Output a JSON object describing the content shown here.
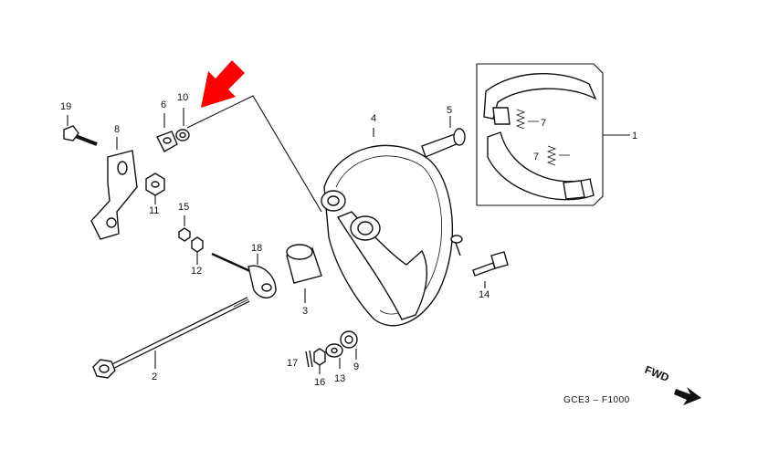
{
  "diagram": {
    "part_labels": {
      "p1": "1",
      "p2": "2",
      "p3": "3",
      "p4": "4",
      "p5": "5",
      "p6": "6",
      "p7a": "7",
      "p7b": "7",
      "p8": "8",
      "p9": "9",
      "p10": "10",
      "p11": "11",
      "p12": "12",
      "p13": "13",
      "p14": "14",
      "p15": "15",
      "p16": "16",
      "p17": "17",
      "p18": "18",
      "p19": "19"
    },
    "fwd_label": "FWD",
    "diagram_code": "GCE3 – F1000",
    "arrow_color": "#ff0000",
    "line_color": "#111111"
  }
}
